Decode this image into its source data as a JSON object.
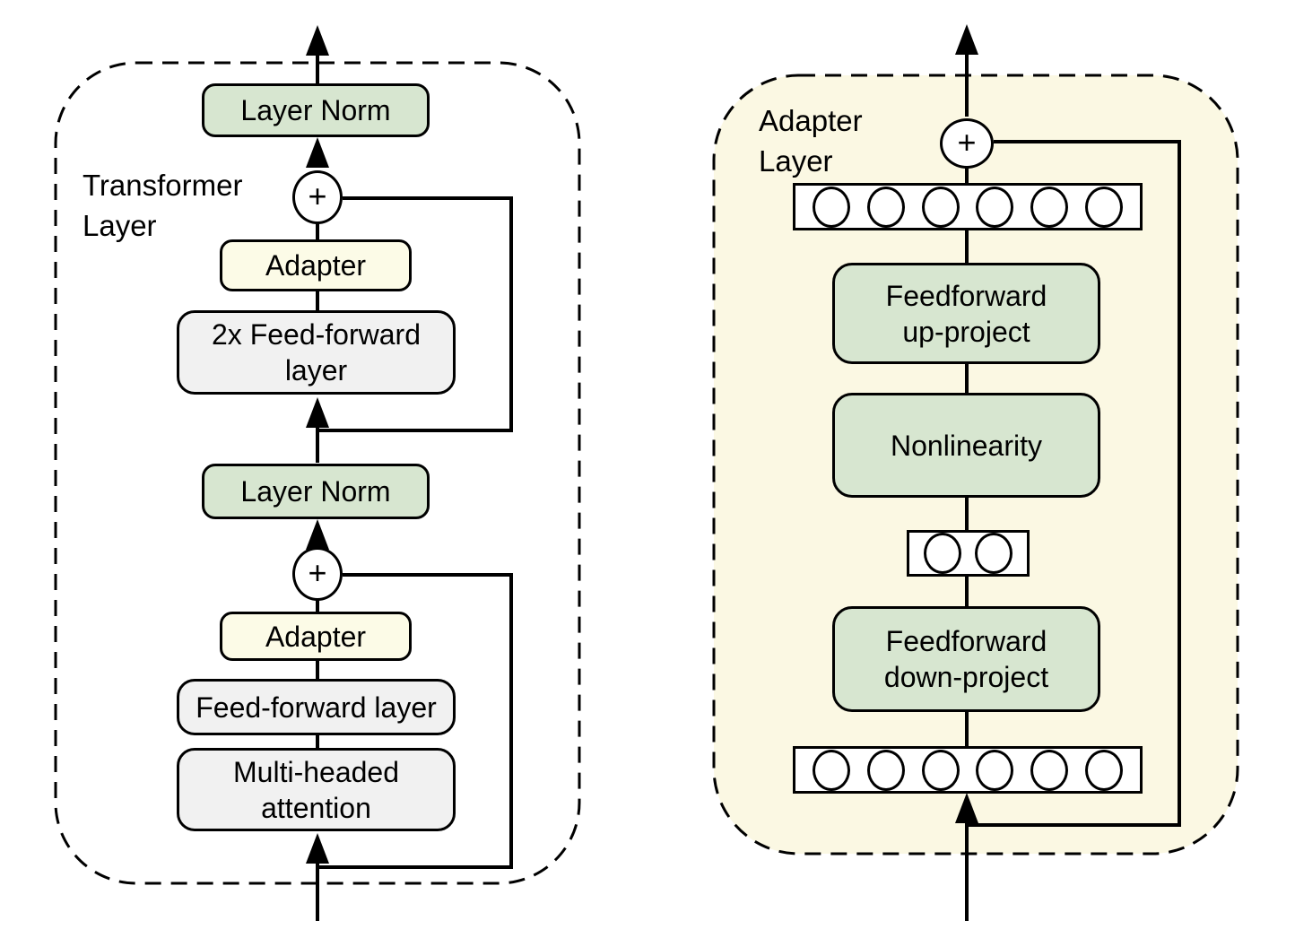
{
  "left_diagram": {
    "label": "Transformer\nLayer",
    "layer_norm_top": "Layer Norm",
    "plus_top": "+",
    "adapter_top": "Adapter",
    "feed_forward_2x": "2x Feed-forward\nlayer",
    "layer_norm_mid": "Layer Norm",
    "plus_bottom": "+",
    "adapter_bottom": "Adapter",
    "feed_forward": "Feed-forward layer",
    "multi_head_attention": "Multi-headed\nattention"
  },
  "right_diagram": {
    "label": "Adapter\nLayer",
    "plus": "+",
    "feedforward_up": "Feedforward\nup-project",
    "nonlinearity": "Nonlinearity",
    "feedforward_down": "Feedforward\ndown-project",
    "top_feature_count": 6,
    "bottleneck_feature_count": 2,
    "bottom_feature_count": 6
  },
  "colors": {
    "background": "#ffffff",
    "stroke": "#000000",
    "green_fill": "#d7e6d0",
    "yellow_fill": "#fcfbe7",
    "gray_fill": "#f1f1f1",
    "cream_fill": "#fbf8e3"
  }
}
